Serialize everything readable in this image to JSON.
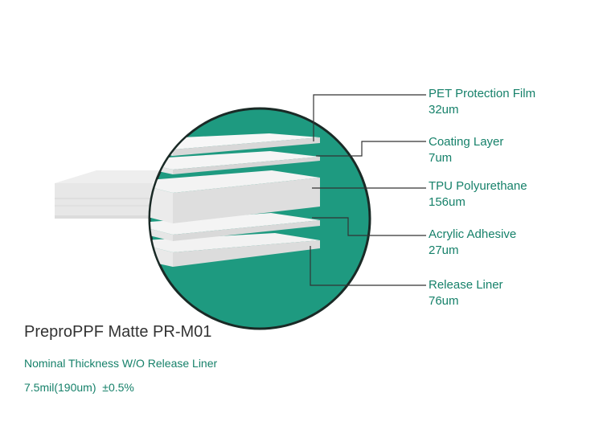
{
  "colors": {
    "accent": "#1e9a80",
    "text_green": "#16816a",
    "product_text": "#333333",
    "leader_line": "#333333"
  },
  "layers": [
    {
      "name": "PET Protection Film",
      "thickness": "32um"
    },
    {
      "name": "Coating Layer",
      "thickness": "7um"
    },
    {
      "name": "TPU Polyurethane",
      "thickness": "156um"
    },
    {
      "name": "Acrylic Adhesive",
      "thickness": "27um"
    },
    {
      "name": "Release Liner",
      "thickness": "76um"
    }
  ],
  "product": {
    "name": "PreproPPF Matte PR-M01",
    "spec_label": "Nominal Thickness W/O Release Liner",
    "spec_value": "7.5mil(190um)  ±0.5%"
  }
}
